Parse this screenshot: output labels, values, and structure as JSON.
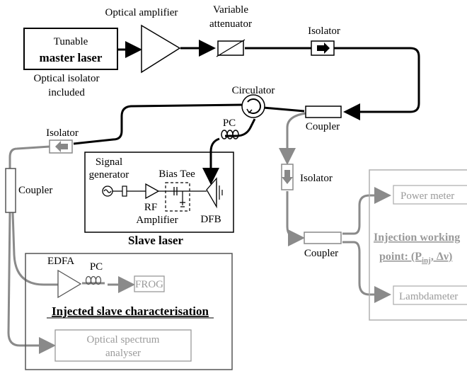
{
  "master": {
    "line1": "Tunable",
    "line2": "master laser",
    "note1": "Optical isolator",
    "note2": "included"
  },
  "labels": {
    "optical_amplifier": "Optical amplifier",
    "variable": "Variable",
    "attenuator": "attenuator",
    "isolator_top": "Isolator",
    "circulator": "Circulator",
    "coupler_right": "Coupler",
    "pc_top": "PC",
    "isolator_left": "Isolator",
    "coupler_left": "Coupler",
    "isolator_mid": "Isolator",
    "coupler_mid": "Coupler"
  },
  "slave": {
    "signal1": "Signal",
    "signal2": "generator",
    "bias_tee": "Bias Tee",
    "rf": "RF",
    "amplifier": "Amplifier",
    "dfb": "DFB",
    "title": "Slave laser"
  },
  "characterisation": {
    "edfa": "EDFA",
    "pc": "PC",
    "frog": "FROG",
    "title": "Injected slave characterisation",
    "osa1": "Optical spectrum",
    "osa2": "analyser"
  },
  "injection": {
    "power_meter": "Power meter",
    "title1": "Injection working",
    "title2_prefix": "point: (P",
    "title2_sub": "inj",
    "title2_mid": ", Δν)",
    "lambdameter": "Lambdameter"
  },
  "colors": {
    "black": "#000000",
    "gray": "#9a9a9a",
    "box_gray": "#b0b0b0"
  }
}
